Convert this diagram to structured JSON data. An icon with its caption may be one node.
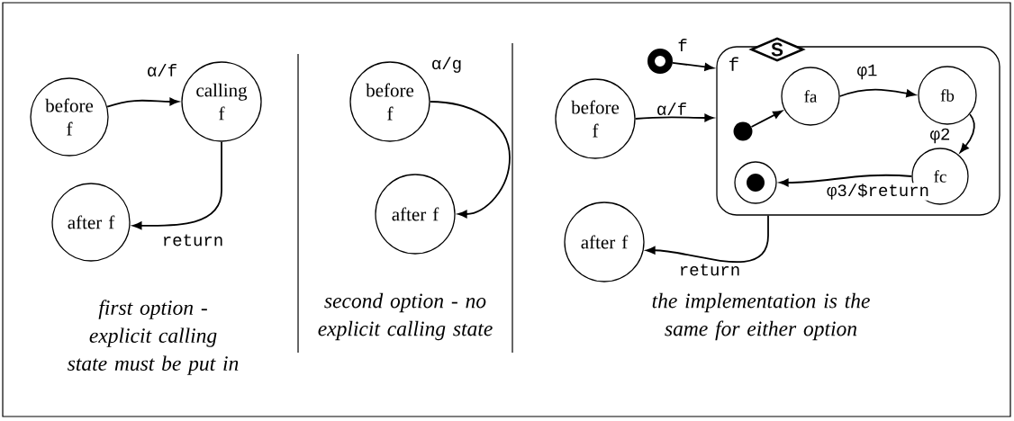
{
  "diagram": {
    "nodes": [
      {
        "text": [
          "before f"
        ]
      },
      {
        "text": [
          "calling f"
        ]
      },
      {
        "text": [
          "after f"
        ]
      },
      {
        "text": [
          "before f"
        ]
      },
      {
        "text": [
          "after f"
        ]
      },
      {
        "text": [
          "before f"
        ]
      },
      {
        "text": [],
        "shape": "circle"
      },
      {
        "text": [
          "f"
        ]
      },
      {
        "text": [
          "S"
        ]
      },
      {
        "text": [],
        "shape": "circle",
        "in": 7
      },
      {
        "text": [
          "fa"
        ],
        "in": 7
      },
      {
        "text": [
          "fb"
        ],
        "in": 7
      },
      {
        "text": [
          "fc"
        ],
        "in": 7
      },
      {
        "text": [],
        "shape": "circle",
        "in": 7
      },
      {
        "text": [
          "after f"
        ]
      }
    ],
    "edges": [
      {
        "from": 0,
        "to": 1,
        "arrow": "to",
        "label": "α/f"
      },
      {
        "from": 1,
        "to": 2,
        "arrow": "to",
        "label": "return"
      },
      {
        "from": 3,
        "to": 4,
        "arrow": "to",
        "label": "α/g"
      },
      {
        "from": 5,
        "to": 7,
        "arrow": "to",
        "label": "α/f"
      },
      {
        "from": 6,
        "to": 7,
        "arrow": "to",
        "label": "f"
      },
      {
        "from": 9,
        "to": 10,
        "arrow": "to"
      },
      {
        "from": 10,
        "to": 11,
        "arrow": "to",
        "label": "φ1"
      },
      {
        "from": 11,
        "to": 12,
        "arrow": "to",
        "label": "φ2"
      },
      {
        "from": 12,
        "to": 13,
        "arrow": "to",
        "label": "φ3/$return"
      },
      {
        "from": 7,
        "to": 14,
        "arrow": "to",
        "label": "return"
      }
    ],
    "labels": [
      "first option - explicit calling state must be put in",
      "second option - no explicit calling state",
      "the implementation is the same for either option"
    ]
  }
}
